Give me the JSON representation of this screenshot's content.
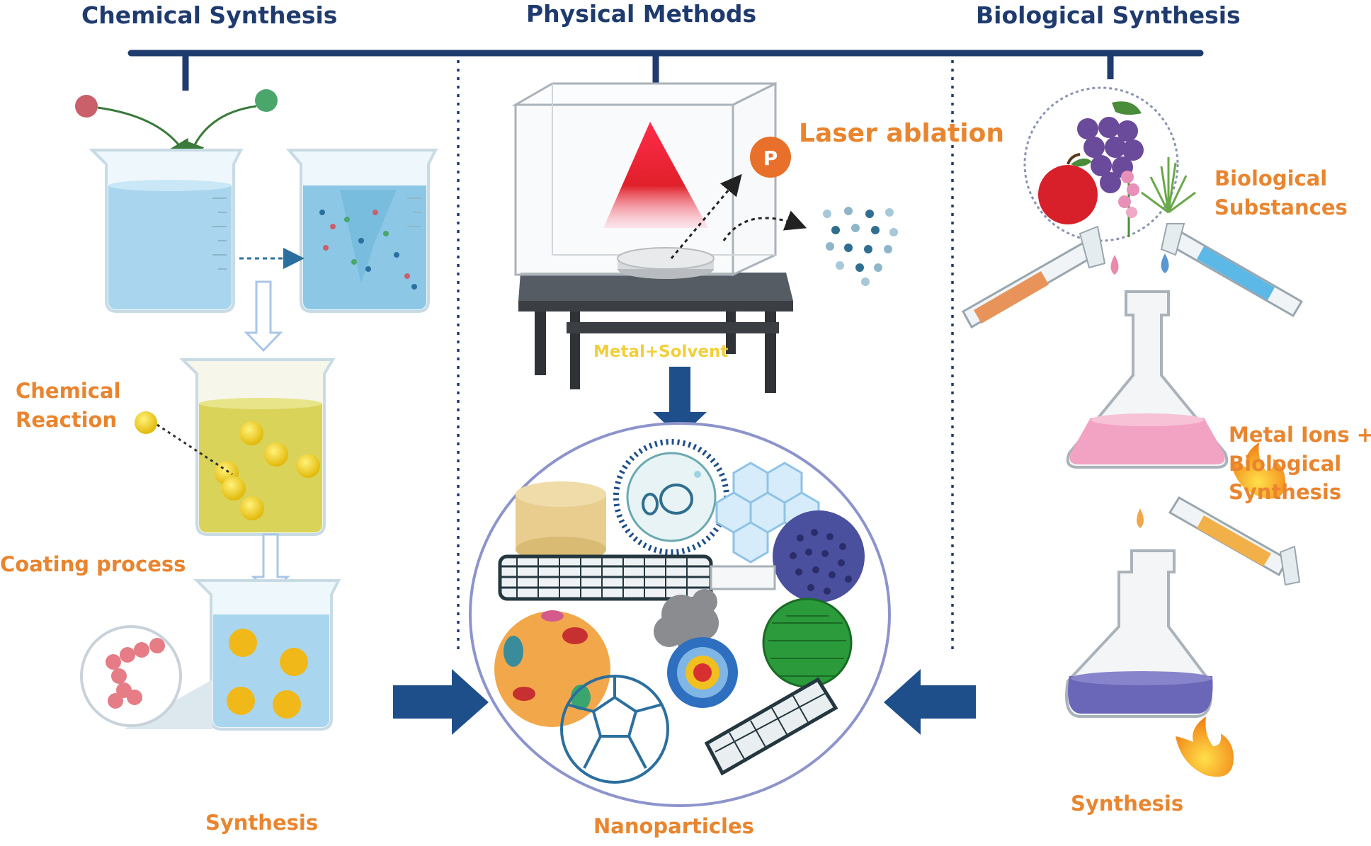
{
  "headers": {
    "chemical": "Chemical Synthesis",
    "physical": "Physical Methods",
    "biological": "Biological Synthesis"
  },
  "chemical": {
    "reaction_line1": "Chemical",
    "reaction_line2": "Reaction",
    "coating": "Coating process",
    "synthesis": "Synthesis"
  },
  "physical": {
    "laser": "Laser ablation",
    "badge": "P",
    "metal_solvent": "Metal+Solvent",
    "nanoparticles": "Nanoparticles"
  },
  "biological": {
    "substances_line1": "Biological",
    "substances_line2": "Substances",
    "metal_ions_line1": "Metal Ions +",
    "metal_ions_line2": "Biological",
    "metal_ions_line3": "Synthesis",
    "synthesis": "Synthesis"
  },
  "colors": {
    "navy": "#1f3b6e",
    "orange": "#e9852f",
    "yellow": "#f2cf3a",
    "water": "#a9d6ee",
    "yellow_liquid": "#d9d35a",
    "pink_liquid": "#f2a3c4",
    "purple_liquid": "#6a66b8"
  }
}
